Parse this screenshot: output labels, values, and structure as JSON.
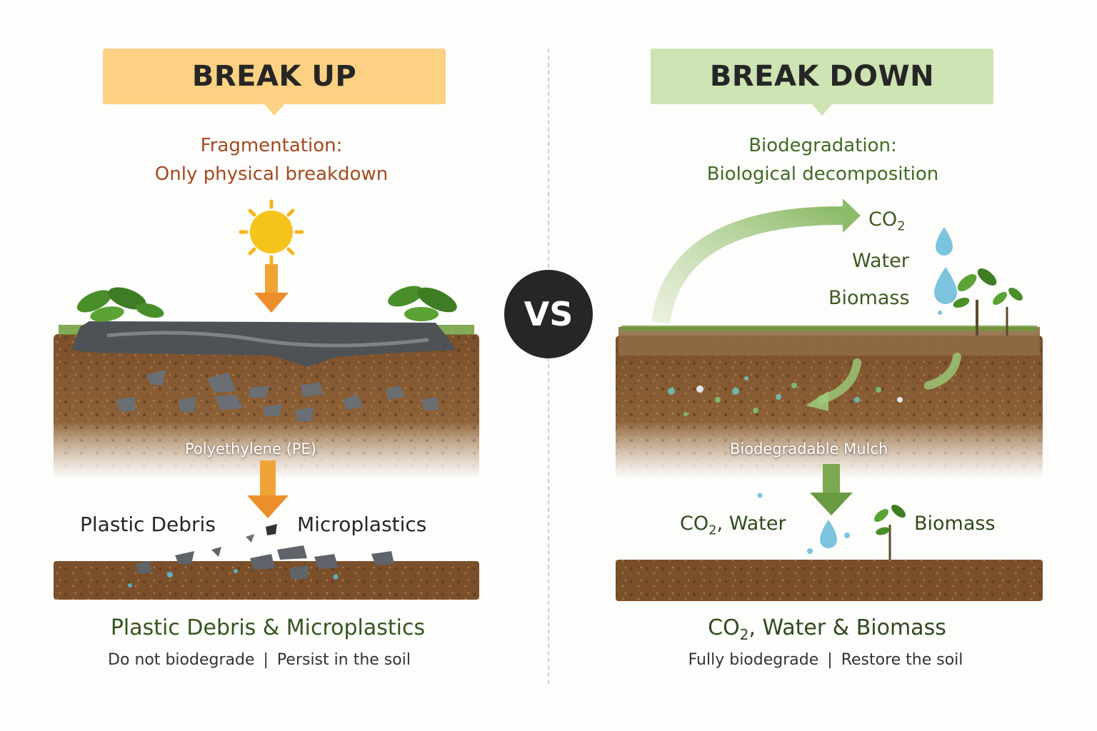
{
  "left": {
    "banner": "BREAK UP",
    "subtitle_line1": "Fragmentation:",
    "subtitle_line2": "Only physical breakdown",
    "soil_label": "Polyethylene (PE)",
    "debris_label": "Plastic Debris",
    "micro_label": "Microplastics",
    "result_title": "Plastic Debris & Microplastics",
    "result_sub_a": "Do not biodegrade",
    "result_sub_b": "Persist in the soil",
    "accent": "#fcd183"
  },
  "vs": "VS",
  "right": {
    "banner": "BREAK DOWN",
    "subtitle_line1": "Biodegradation:",
    "subtitle_line2": "Biological decomposition",
    "out_co2_base": "CO",
    "out_co2_sub": "2",
    "out_water": "Water",
    "out_biomass": "Biomass",
    "soil_label": "Biodegradable Mulch",
    "bottom_co2_base": "CO",
    "bottom_co2_sub": "2",
    "bottom_co2_rest": ", Water",
    "bottom_biomass": "Biomass",
    "result_co2_base": "CO",
    "result_co2_sub": "2",
    "result_rest": ", Water & Biomass",
    "result_sub_a": "Fully biodegrade",
    "result_sub_b": "Restore the soil",
    "accent": "#cde3b3"
  },
  "separator": "|",
  "icons": [
    "sun-icon",
    "arrow-down-icon",
    "plant-icon",
    "water-drop-icon",
    "curved-arrow-icon"
  ]
}
